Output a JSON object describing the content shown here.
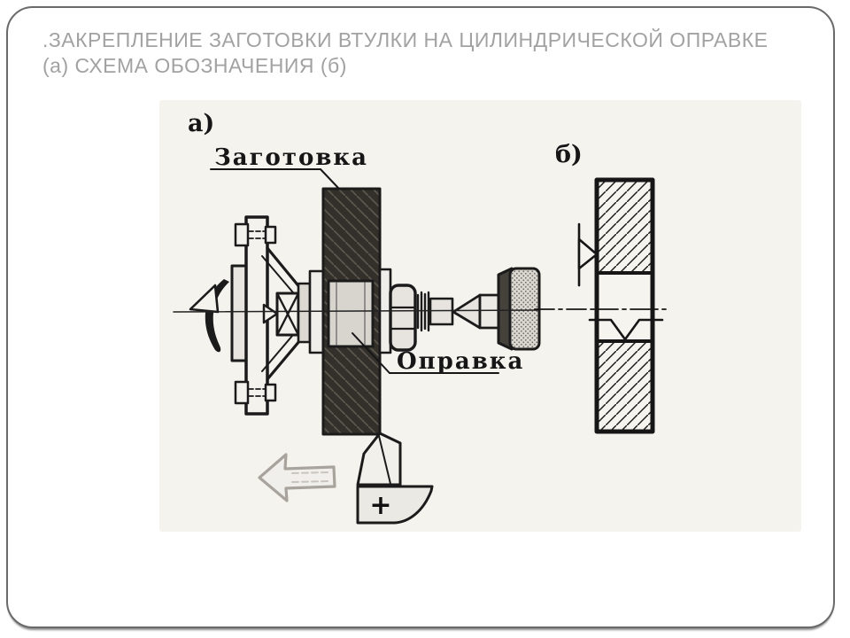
{
  "slide": {
    "title_line1": ".ЗАКРЕПЛЕНИЕ ЗАГОТОВКИ ВТУЛКИ НА ЦИЛИНДРИЧЕСКОЙ ОПРАВКЕ",
    "title_line2": "(а) СХЕМА ОБОЗНАЧЕНИЯ (б)",
    "title_color": "#a2a2a2"
  },
  "figure": {
    "panel_a_label": "а)",
    "panel_b_label": "б)",
    "callouts": {
      "workpiece": "Заготовка",
      "mandrel": "Оправка"
    },
    "tool_plus": "+",
    "colors": {
      "ink": "#1b1b1b",
      "workpiece_fill": "#33302b",
      "metal_light": "#dcd9d3",
      "scan_background": "#f5f3ee",
      "feed_arrow_gray": "#a8a49d",
      "slide_border": "#6a6a6a"
    }
  }
}
